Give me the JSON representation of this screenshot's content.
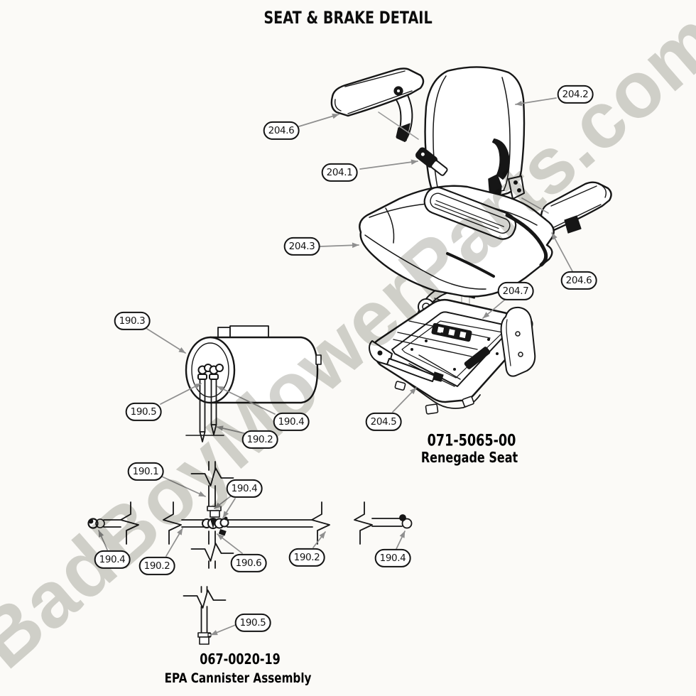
{
  "title": "SEAT & BRAKE DETAIL",
  "watermark": "BadBoyMowerParts.com",
  "colors": {
    "background": "#fbfaf7",
    "line": "#161616",
    "leader": "#8f8f8f",
    "watermark_gray": "#cfcfca"
  },
  "seat_assembly": {
    "part_number": "071-5065-00",
    "part_name": "Renegade Seat"
  },
  "epa_cannister_assembly": {
    "part_number": "067-0020-19",
    "part_name": "EPA Cannister Assembly"
  },
  "callouts": [
    {
      "label": "204.6"
    },
    {
      "label": "204.1"
    },
    {
      "label": "204.2"
    },
    {
      "label": "204.3"
    },
    {
      "label": "204.6"
    },
    {
      "label": "204.7"
    },
    {
      "label": "204.5"
    },
    {
      "label": "190.3"
    },
    {
      "label": "190.5"
    },
    {
      "label": "190.4"
    },
    {
      "label": "190.2"
    },
    {
      "label": "190.1"
    },
    {
      "label": "190.4"
    },
    {
      "label": "190.4"
    },
    {
      "label": "190.2"
    },
    {
      "label": "190.6"
    },
    {
      "label": "190.2"
    },
    {
      "label": "190.4"
    },
    {
      "label": "190.5"
    }
  ]
}
